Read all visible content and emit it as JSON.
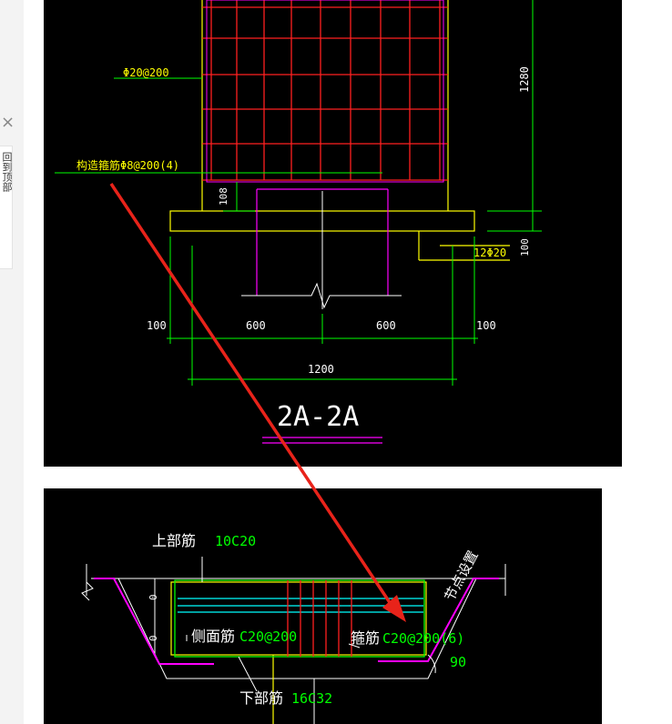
{
  "sidebar": {
    "close_glyph": "×",
    "tab_text": "回到顶部"
  },
  "top_drawing": {
    "label_phi20": "Φ20@200",
    "label_stirrup": "构造箍筋Φ8@200(4)",
    "dim_108": "108",
    "dim_1280": "1280",
    "dim_100_right": "100",
    "label_12phi20": "12Φ20",
    "dim_100_left": "100",
    "dim_600_left": "600",
    "dim_600_right": "600",
    "dim_100_far_right": "100",
    "dim_1200": "1200",
    "section_title": "2A-2A"
  },
  "bottom_drawing": {
    "top_bar_label": "上部筋",
    "top_bar_value": "10C20",
    "side_bar_label": "侧面筋",
    "side_bar_value": "C20@200",
    "stirrup_label": "箍筋",
    "stirrup_value": "C20@200(6)",
    "bottom_bar_label": "下部筋",
    "bottom_bar_value": "16C32",
    "node_label": "节点设置",
    "angle_value": "90",
    "dim_0_top": "0",
    "dim_0_bottom": "0"
  },
  "colors": {
    "background": "#000000",
    "yellow": "#ffff00",
    "red": "#ff2020",
    "green": "#00ff00",
    "white": "#ffffff",
    "magenta": "#ff00ff",
    "cyan": "#00ffff",
    "arrow": "#e8231a"
  }
}
